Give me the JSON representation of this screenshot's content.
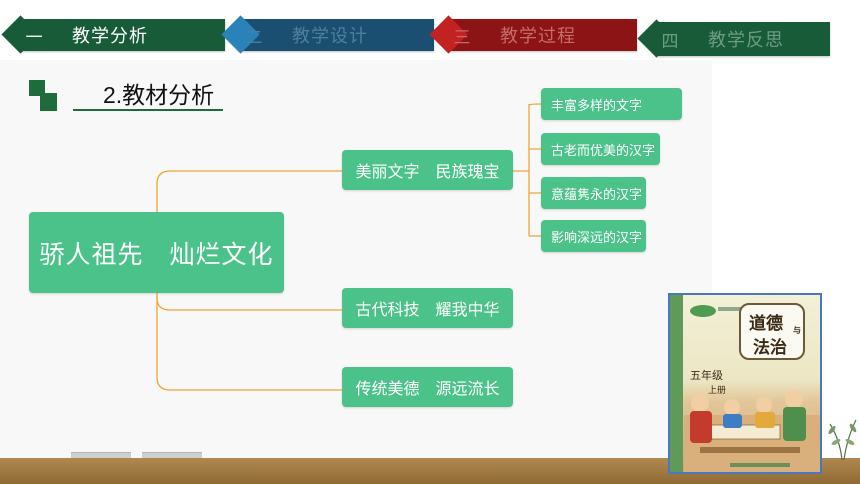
{
  "nav": {
    "tabs": [
      {
        "num": "一",
        "label": "教学分析",
        "active": true
      },
      {
        "num": "二",
        "label": "教学设计",
        "active": false
      },
      {
        "num": "三",
        "label": "教学过程",
        "active": false
      },
      {
        "num": "四",
        "label": "教学反思",
        "active": false
      }
    ]
  },
  "section": {
    "title": "2.教材分析"
  },
  "mindmap": {
    "root": "骄人祖先　灿烂文化",
    "branches": [
      {
        "label": "美丽文字　民族瑰宝",
        "children": [
          "丰富多样的文字",
          "古老而优美的汉字",
          "意蕴隽永的汉字",
          "影响深远的汉字"
        ]
      },
      {
        "label": "古代科技　耀我中华",
        "children": []
      },
      {
        "label": "传统美德　源远流长",
        "children": []
      }
    ]
  },
  "book": {
    "title_line1": "道德",
    "title_small": "与",
    "title_line2": "法治",
    "grade": "五年级",
    "volume": "上册"
  },
  "colors": {
    "node_green": "#4cc28b",
    "connector_orange": "#f2a33a",
    "nav_green": "#175b39",
    "nav_blue": "#1a4f71",
    "nav_red": "#8c1414"
  }
}
